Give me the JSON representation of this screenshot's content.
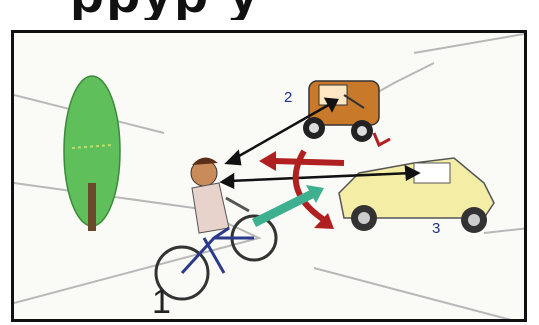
{
  "header": {
    "caption_fragment": "ррур   у"
  },
  "labels": {
    "vehicle_2": "2",
    "vehicle_3": "3",
    "cyclist_1": "1"
  },
  "colors": {
    "tree": "#5fbf5a",
    "car_orange": "#c87a2a",
    "car_yellow": "#f3eda6",
    "arrow_red": "#b12020",
    "arrow_green": "#3fb08f",
    "line_black": "#111111",
    "label_blue": "#1f2f8f"
  }
}
